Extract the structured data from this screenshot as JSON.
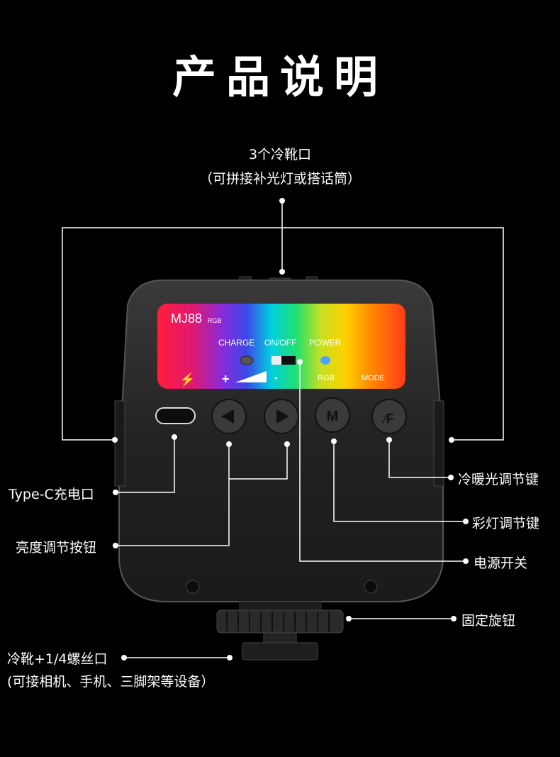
{
  "title": "产品说明",
  "device": {
    "model": "MJ88",
    "model_sub": "RGB",
    "panel_labels": {
      "charge": "CHARGE",
      "on_off": "ON/OFF",
      "power": "POWER",
      "plus": "+",
      "minus": "-",
      "rgb": "RGB",
      "mode": "MODE"
    },
    "buttons": [
      "type-c-port",
      "left-arrow",
      "right-arrow",
      "M",
      "F"
    ]
  },
  "callouts": {
    "cold_shoe_top_line1": "3个冷靴口",
    "cold_shoe_top_line2": "（可拼接补光灯或搭话筒）",
    "type_c": "Type-C充电口",
    "brightness": "亮度调节按钮",
    "color_temp": "冷暖光调节键",
    "rgb_key": "彩灯调节键",
    "power_switch": "电源开关",
    "fixing_knob": "固定旋钮",
    "bottom_shoe_line1": "冷靴+1/4螺丝口",
    "bottom_shoe_line2": "(可接相机、手机、三脚架等设备）"
  },
  "colors": {
    "background": "#000000",
    "line": "#ffffff",
    "body": "#2a2a2a",
    "button_fill": "#3a3a3a",
    "power_led": "#4fa3ff"
  }
}
